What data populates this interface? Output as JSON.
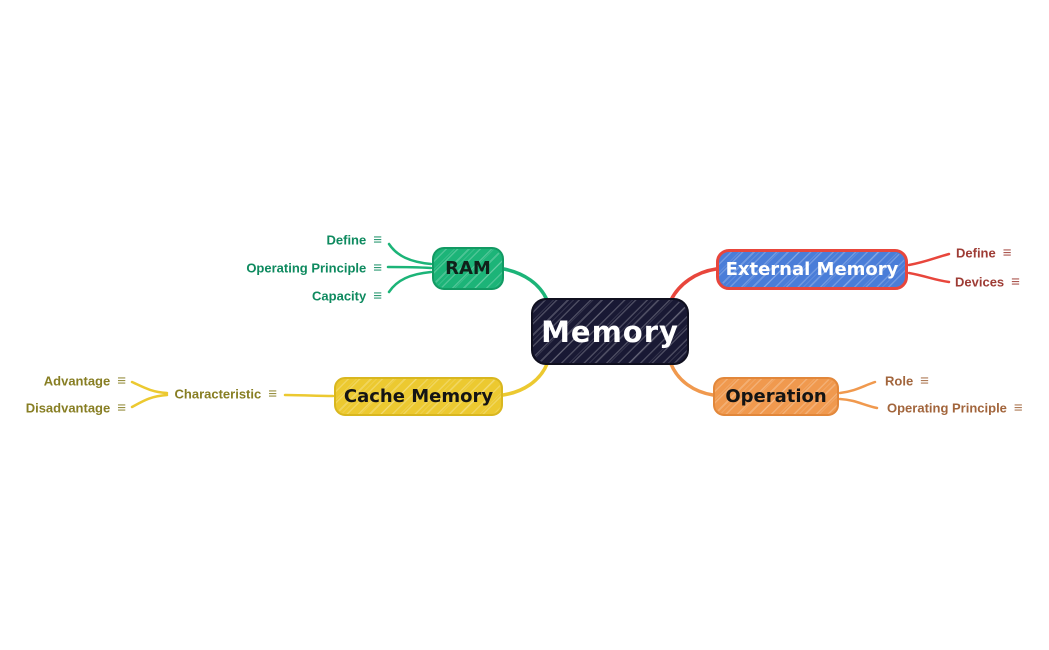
{
  "colors": {
    "background": "#ffffff",
    "root_fill": "#191934",
    "green": "#1cb478",
    "green_text": "#0e8a5f",
    "red": "#e8463c",
    "blue_fill": "#4a7dd8",
    "maroon_text": "#9e3c35",
    "yellow": "#ecc930",
    "olive_text": "#877e23",
    "orange": "#f0994e",
    "brown_text": "#a2653c"
  },
  "icons": {
    "notes": "≡"
  },
  "root": {
    "label": "Memory"
  },
  "branches": {
    "ram": {
      "label": "RAM",
      "children": [
        {
          "label": "Define"
        },
        {
          "label": "Operating Principle"
        },
        {
          "label": "Capacity"
        }
      ]
    },
    "external_memory": {
      "label": "External Memory",
      "children": [
        {
          "label": "Define"
        },
        {
          "label": "Devices"
        }
      ]
    },
    "cache_memory": {
      "label": "Cache Memory",
      "children": [
        {
          "label": "Characteristic"
        }
      ],
      "grandchildren": [
        {
          "label": "Advantage"
        },
        {
          "label": "Disadvantage"
        }
      ]
    },
    "operation": {
      "label": "Operation",
      "children": [
        {
          "label": "Role"
        },
        {
          "label": "Operating Principle"
        }
      ]
    }
  }
}
